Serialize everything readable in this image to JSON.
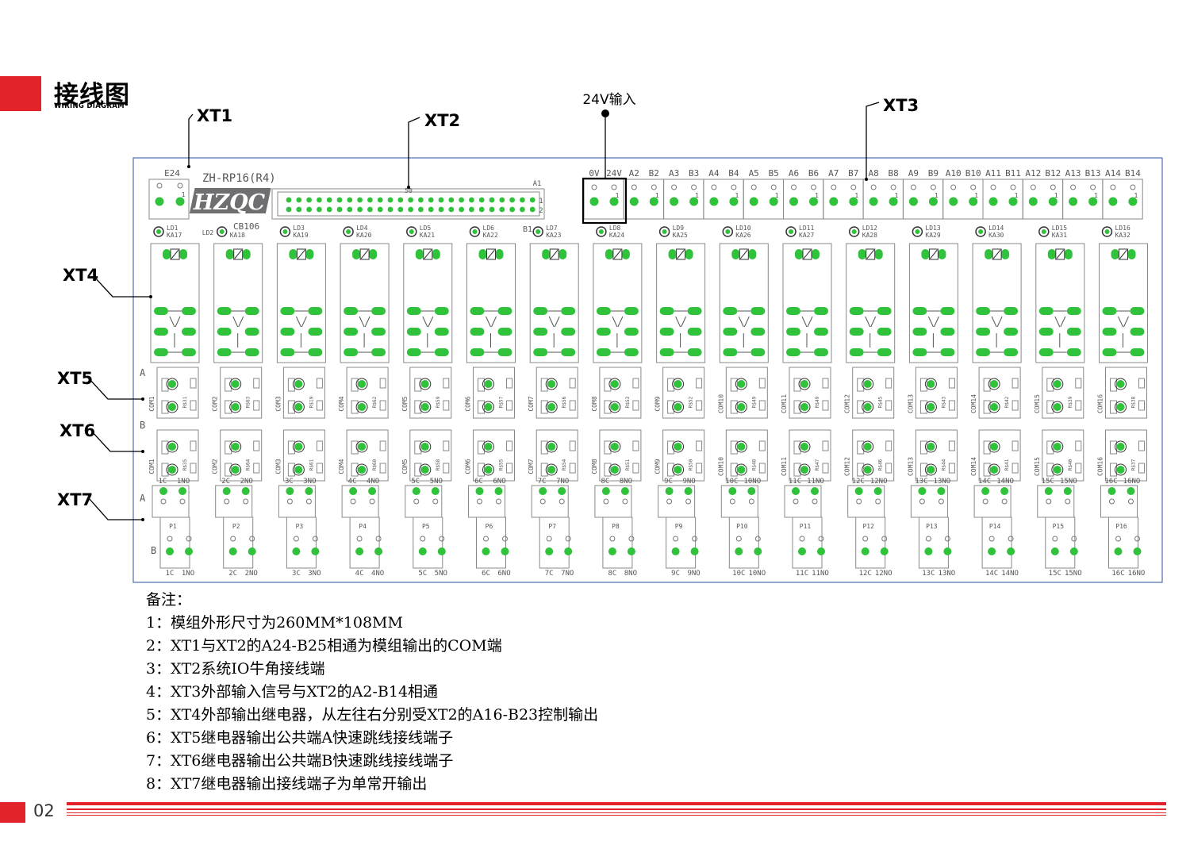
{
  "colors": {
    "accent": "#e2232a",
    "pad": "#2fc23a",
    "board_border": "#4a6fb5"
  },
  "header": {
    "title": "接线图",
    "subtitle": "WIRING DIAGRAM"
  },
  "callouts": {
    "xt1": "XT1",
    "xt2": "XT2",
    "xt3": "XT3",
    "xt4": "XT4",
    "xt5": "XT5",
    "xt6": "XT6",
    "xt7": "XT7",
    "power": "24V输入"
  },
  "board": {
    "model": "ZH-RP16(R4)",
    "cb": "CB106",
    "logo": "HZQC",
    "e24": "E24",
    "a1": "A1",
    "b1": "B1",
    "ld2": "LD2",
    "pin50": "50",
    "pin1": "1",
    "pin2": "2",
    "row_a": "A",
    "row_b": "B",
    "xt3_labels": [
      "0V",
      "24V",
      "A2",
      "B2",
      "A3",
      "B3",
      "A4",
      "B4",
      "A5",
      "B5",
      "A6",
      "B6",
      "A7",
      "B7",
      "A8",
      "B8",
      "A9",
      "B9",
      "A10",
      "B10",
      "A11",
      "B11",
      "A12",
      "B12",
      "A13",
      "B13",
      "A14",
      "B14"
    ],
    "channels": [
      {
        "ld": "LD1",
        "ka": "KA17",
        "com": "COM1",
        "p": "P1",
        "c": "1C",
        "no": "1NO",
        "ra": "R$31",
        "rb": "R$35"
      },
      {
        "ld": "",
        "ka": "KA18",
        "com": "COM2",
        "p": "P2",
        "c": "2C",
        "no": "2NO",
        "ra": "R$63",
        "rb": "R$64"
      },
      {
        "ld": "LD3",
        "ka": "KA19",
        "com": "COM3",
        "p": "P3",
        "c": "3C",
        "no": "3NO",
        "ra": "R$19",
        "rb": "R$61"
      },
      {
        "ld": "LD4",
        "ka": "KA20",
        "com": "COM4",
        "p": "P4",
        "c": "4C",
        "no": "4NO",
        "ra": "R$62",
        "rb": "R$60"
      },
      {
        "ld": "LD5",
        "ka": "KA21",
        "com": "COM5",
        "p": "P5",
        "c": "5C",
        "no": "5NO",
        "ra": "R$59",
        "rb": "R$58"
      },
      {
        "ld": "LD6",
        "ka": "KA22",
        "com": "COM6",
        "p": "P6",
        "c": "6C",
        "no": "6NO",
        "ra": "R$57",
        "rb": "R$55"
      },
      {
        "ld": "LD7",
        "ka": "KA23",
        "com": "COM7",
        "p": "P7",
        "c": "7C",
        "no": "7NO",
        "ra": "R$56",
        "rb": "R$54"
      },
      {
        "ld": "LD8",
        "ka": "KA24",
        "com": "COM8",
        "p": "P8",
        "c": "8C",
        "no": "8NO",
        "ra": "R$53",
        "rb": "R$51"
      },
      {
        "ld": "LD9",
        "ka": "KA25",
        "com": "COM9",
        "p": "P9",
        "c": "9C",
        "no": "9NO",
        "ra": "R$52",
        "rb": "R$50"
      },
      {
        "ld": "LD10",
        "ka": "KA26",
        "com": "COM10",
        "p": "P10",
        "c": "10C",
        "no": "10NO",
        "ra": "R$49",
        "rb": "R$48"
      },
      {
        "ld": "LD11",
        "ka": "KA27",
        "com": "COM11",
        "p": "P11",
        "c": "11C",
        "no": "11NO",
        "ra": "R$49",
        "rb": "R$47"
      },
      {
        "ld": "LD12",
        "ka": "KA28",
        "com": "COM12",
        "p": "P12",
        "c": "12C",
        "no": "12NO",
        "ra": "R$45",
        "rb": "R$46"
      },
      {
        "ld": "LD13",
        "ka": "KA29",
        "com": "COM13",
        "p": "P13",
        "c": "13C",
        "no": "13NO",
        "ra": "R$43",
        "rb": "R$44"
      },
      {
        "ld": "LD14",
        "ka": "KA30",
        "com": "COM14",
        "p": "P14",
        "c": "14C",
        "no": "14NO",
        "ra": "R$42",
        "rb": "R$41"
      },
      {
        "ld": "LD15",
        "ka": "KA31",
        "com": "COM15",
        "p": "P15",
        "c": "15C",
        "no": "15NO",
        "ra": "R$39",
        "rb": "R$40"
      },
      {
        "ld": "LD16",
        "ka": "KA32",
        "com": "COM16",
        "p": "P16",
        "c": "16C",
        "no": "16NO",
        "ra": "R$38",
        "rb": "R$37"
      }
    ]
  },
  "notes": {
    "heading": "备注：",
    "items": [
      "1：模组外形尺寸为260MM*108MM",
      "2：XT1与XT2的A24-B25相通为模组输出的COM端",
      "3：XT2系统IO牛角接线端",
      "4：XT3外部输入信号与XT2的A2-B14相通",
      "5：XT4外部输出继电器，从左往右分别受XT2的A16-B23控制输出",
      "6：XT5继电器输出公共端A快速跳线接线端子",
      "7：XT6继电器输出公共端B快速跳线接线端子",
      "8：XT7继电器输出接线端子为单常开输出"
    ]
  },
  "footer": {
    "page": "02"
  }
}
